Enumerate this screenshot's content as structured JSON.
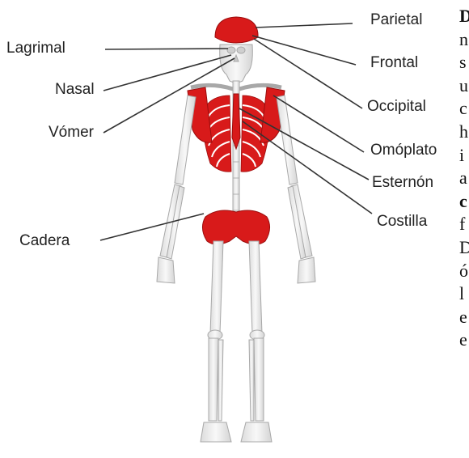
{
  "labels": {
    "lagrimal": "Lagrimal",
    "nasal": "Nasal",
    "vomer": "Vómer",
    "cadera": "Cadera",
    "parietal": "Parietal",
    "frontal": "Frontal",
    "occipital": "Occipital",
    "omoplato": "Omóplato",
    "esternon": "Esternón",
    "costilla": "Costilla"
  },
  "side_text": [
    "D",
    "n",
    "s",
    "u",
    "c",
    "h",
    "i",
    "a",
    "c",
    "f",
    "D",
    "ó",
    "l",
    "e",
    "e"
  ],
  "colors": {
    "highlight": "#d81a1a",
    "bone": "#f4f4f4",
    "bone_outline": "#a8a8a8",
    "leader_line": "#333333"
  }
}
